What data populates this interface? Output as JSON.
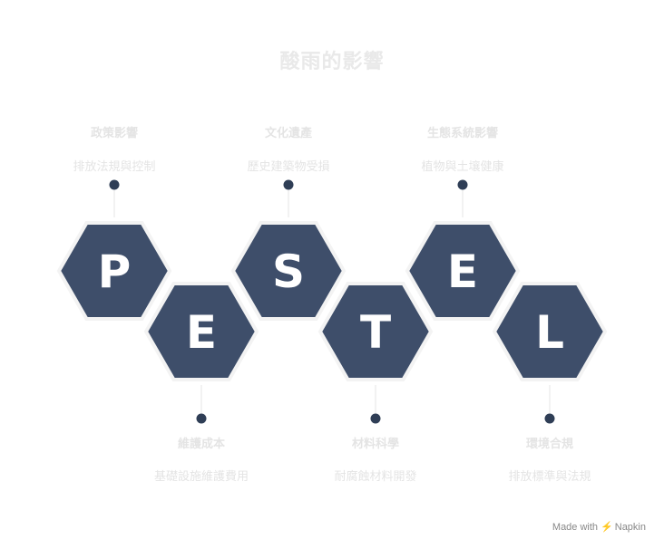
{
  "title": "酸雨的影響",
  "colors": {
    "hex_fill": "#3e4e6a",
    "hex_border": "#f3f3f3",
    "dot": "#2f3e56",
    "connector": "#eeeeee",
    "faded_text": "#e4e4e4"
  },
  "segments": [
    {
      "letter": "P",
      "label": "政策影響",
      "description": "排放法規與控制"
    },
    {
      "letter": "E",
      "label": "維護成本",
      "description": "基礎設施維護費用"
    },
    {
      "letter": "S",
      "label": "文化遺產",
      "description": "歷史建築物受損"
    },
    {
      "letter": "T",
      "label": "材料科學",
      "description": "耐腐蝕材料開發"
    },
    {
      "letter": "E",
      "label": "生態系統影響",
      "description": "植物與土壤健康"
    },
    {
      "letter": "L",
      "label": "環境合規",
      "description": "排放標準與法規"
    }
  ],
  "watermark": {
    "prefix": "Made with",
    "brand": "Napkin"
  }
}
